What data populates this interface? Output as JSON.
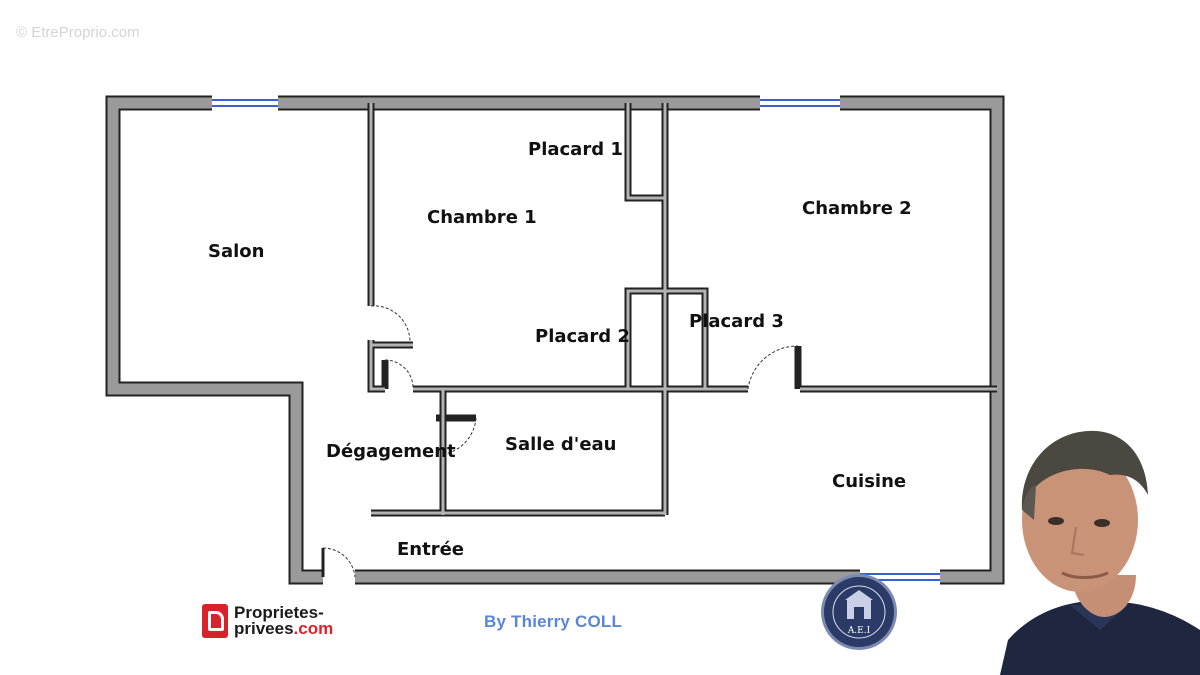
{
  "watermark": "© EtreProprio.com",
  "rooms": {
    "salon": "Salon",
    "chambre1": "Chambre 1",
    "chambre2": "Chambre 2",
    "placard1": "Placard 1",
    "placard2": "Placard 2",
    "placard3": "Placard 3",
    "degagement": "Dégagement",
    "salle_deau": "Salle d'eau",
    "cuisine": "Cuisine",
    "entree": "Entrée"
  },
  "branding": {
    "agency_line1": "Proprietes-",
    "agency_line2_prefix": "privees",
    "agency_line2_suffix": ".com",
    "author": "By Thierry COLL",
    "seal_text": "A.E.I"
  },
  "colors": {
    "wall": "#8c8c8c",
    "wall_outline": "#222222",
    "window": "#3a5fd0",
    "brand_red": "#d8232a",
    "author_blue": "#5b86d6"
  }
}
